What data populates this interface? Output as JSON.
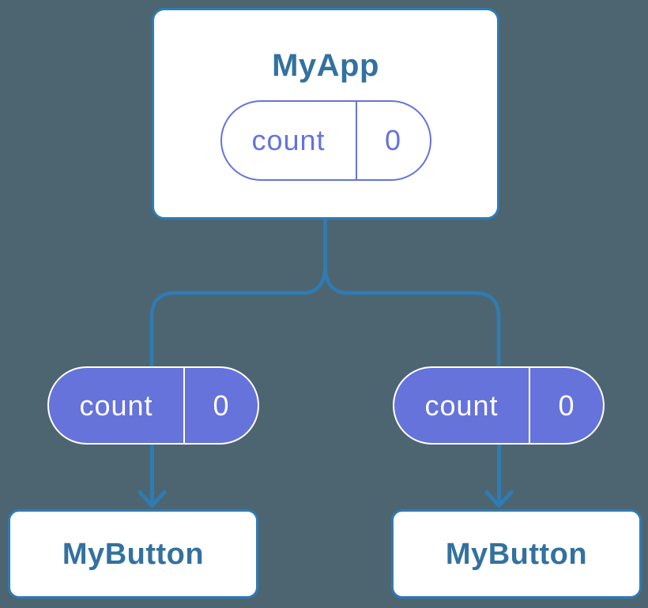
{
  "diagram": {
    "type": "component-state-tree",
    "colors": {
      "background": "#4d6571",
      "connector_blue": "#2e7cb4",
      "accent_purple": "#6673db",
      "title_text_blue": "#33719f",
      "card_background": "#ffffff",
      "filled_pill_text": "#ffffff"
    },
    "root": {
      "title": "MyApp",
      "state": {
        "name": "count",
        "value": "0"
      }
    },
    "children": [
      {
        "title": "MyButton",
        "prop": {
          "name": "count",
          "value": "0"
        }
      },
      {
        "title": "MyButton",
        "prop": {
          "name": "count",
          "value": "0"
        }
      }
    ]
  }
}
